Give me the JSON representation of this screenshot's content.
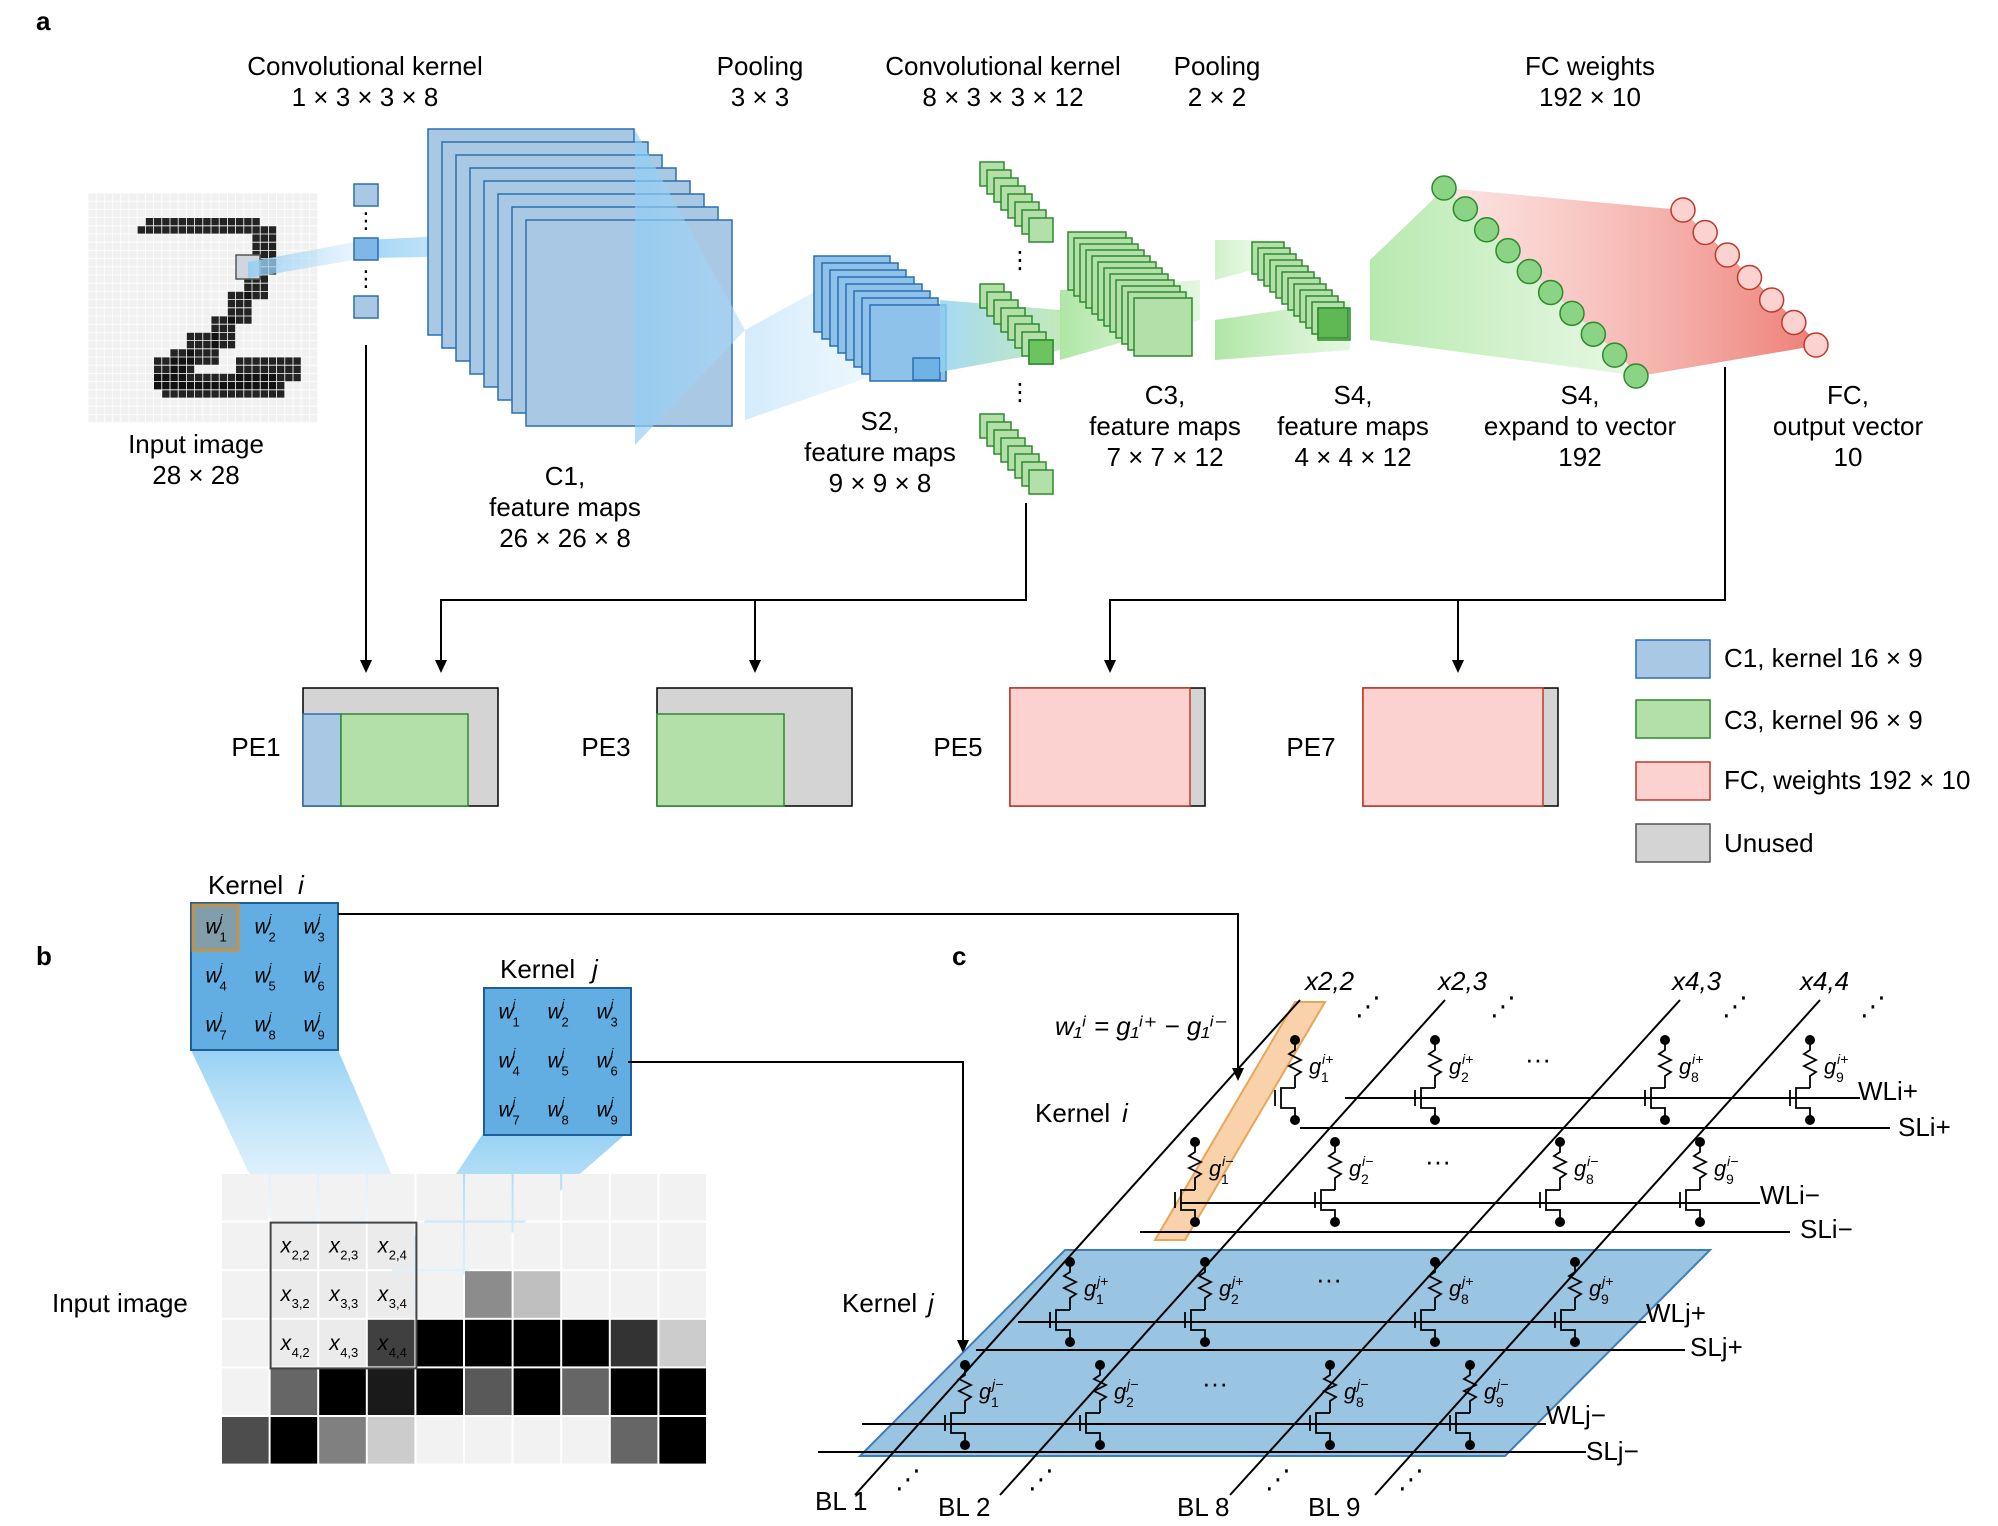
{
  "panel_a": {
    "letter": "a",
    "conv_kernel_1": {
      "title": "Convolutional kernel",
      "dims": "1 × 3 × 3 × 8"
    },
    "pooling_1": {
      "title": "Pooling",
      "dims": "3 × 3"
    },
    "conv_kernel_2": {
      "title": "Convolutional kernel",
      "dims": "8 × 3 × 3 × 12"
    },
    "pooling_2": {
      "title": "Pooling",
      "dims": "2 × 2"
    },
    "fc_weights": {
      "title": "FC weights",
      "dims": "192 × 10"
    },
    "input_image": {
      "title": "Input image",
      "dims": "28 × 28"
    },
    "c1": {
      "line1": "C1,",
      "line2": "feature maps",
      "dims": "26 × 26 × 8"
    },
    "s2": {
      "line1": "S2,",
      "line2": "feature maps",
      "dims": "9 × 9 × 8"
    },
    "c3": {
      "line1": "C3,",
      "line2": "feature maps",
      "dims": "7 × 7 × 12"
    },
    "s4": {
      "line1": "S4,",
      "line2": "feature maps",
      "dims": "4 × 4 × 12"
    },
    "s4_vec": {
      "line1": "S4,",
      "line2": "expand to vector",
      "dims": "192"
    },
    "fc_out": {
      "line1": "FC,",
      "line2": "output vector",
      "dims": "10"
    },
    "pe_labels": [
      "PE1",
      "PE3",
      "PE5",
      "PE7"
    ],
    "legend": [
      {
        "label": "C1, kernel 16 × 9",
        "color": "#a9c8e4"
      },
      {
        "label": "C3, kernel 96 × 9",
        "color": "#b3e0a9"
      },
      {
        "label": "FC, weights 192 × 10",
        "color": "#fbd2d0"
      },
      {
        "label": "Unused",
        "color": "#d4d4d4"
      }
    ]
  },
  "panel_b": {
    "letter": "b",
    "kernel_i": "Kernel",
    "kernel_i_sym": "i",
    "kernel_j": "Kernel",
    "kernel_j_sym": "j",
    "input_image": "Input image"
  },
  "panel_c": {
    "letter": "c",
    "kernel_i": "Kernel",
    "kernel_i_sym": "i",
    "kernel_j": "Kernel",
    "kernel_j_sym": "j",
    "equation": "w₁ⁱ = g₁ⁱ⁺ − g₁ⁱ⁻",
    "x_labels": [
      "x2,2",
      "x2,3",
      "x4,3",
      "x4,4"
    ],
    "row_labels": [
      "WLi+",
      "SLi+",
      "WLi−",
      "SLi−",
      "WLj+",
      "SLj+",
      "WLj−",
      "SLj−"
    ],
    "bl_labels": [
      "BL 1",
      "BL 2",
      "BL 8",
      "BL 9"
    ],
    "g_top": [
      "g1i+",
      "g2i+",
      "g8i+",
      "g9i+"
    ],
    "g_mid": [
      "g1i−",
      "g2i−",
      "g8i−",
      "g9i−"
    ],
    "g_j_top": [
      "g1j+",
      "g2j+",
      "g8j+",
      "g9j+"
    ],
    "g_j_bot": [
      "g1j−",
      "g2j−",
      "g8j−",
      "g9j−"
    ],
    "ellipsis": "···",
    "diag_ellipsis": "⋰"
  }
}
